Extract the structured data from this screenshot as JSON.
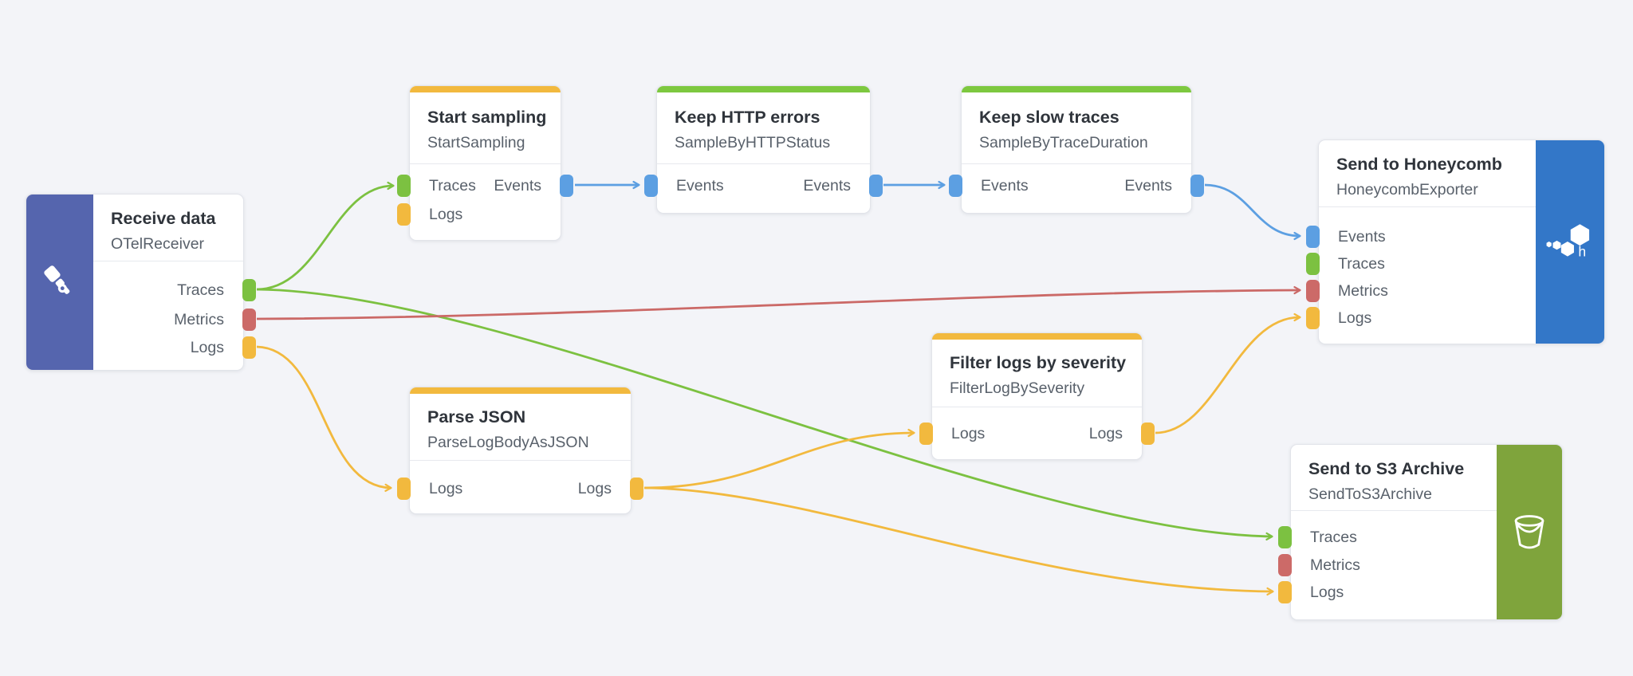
{
  "app": {
    "view": "telemetry-pipeline-canvas"
  },
  "colors": {
    "background": "#f3f4f8",
    "traces": "#7cc141",
    "metrics": "#cc6a68",
    "logs": "#f2b93e",
    "events": "#5c9fe2",
    "receiver_panel": "#5565ae",
    "honeycomb_panel": "#3377c8",
    "s3_panel": "#7fa43c",
    "accent_amber": "#f2b93e",
    "accent_green": "#7dc83f"
  },
  "nodes": [
    {
      "title": "Receive data",
      "subtitle": "OTelReceiver",
      "icon": "telescope-icon",
      "inputs": [],
      "outputs": [
        {
          "label": "Traces",
          "color": "green"
        },
        {
          "label": "Metrics",
          "color": "red"
        },
        {
          "label": "Logs",
          "color": "yellow"
        }
      ]
    },
    {
      "title": "Start sampling",
      "subtitle": "StartSampling",
      "accent": "amber",
      "inputs": [
        {
          "label": "Traces",
          "color": "green"
        },
        {
          "label": "Logs",
          "color": "yellow"
        }
      ],
      "outputs": [
        {
          "label": "Events",
          "color": "blue"
        }
      ]
    },
    {
      "title": "Keep HTTP errors",
      "subtitle": "SampleByHTTPStatus",
      "accent": "green",
      "inputs": [
        {
          "label": "Events",
          "color": "blue"
        }
      ],
      "outputs": [
        {
          "label": "Events",
          "color": "blue"
        }
      ]
    },
    {
      "title": "Keep slow traces",
      "subtitle": "SampleByTraceDuration",
      "accent": "green",
      "inputs": [
        {
          "label": "Events",
          "color": "blue"
        }
      ],
      "outputs": [
        {
          "label": "Events",
          "color": "blue"
        }
      ]
    },
    {
      "title": "Send to Honeycomb",
      "subtitle": "HoneycombExporter",
      "icon": "honeycomb-icon",
      "inputs": [
        {
          "label": "Events",
          "color": "blue"
        },
        {
          "label": "Traces",
          "color": "green"
        },
        {
          "label": "Metrics",
          "color": "red"
        },
        {
          "label": "Logs",
          "color": "yellow"
        }
      ],
      "outputs": []
    },
    {
      "title": "Parse JSON",
      "subtitle": "ParseLogBodyAsJSON",
      "accent": "amber",
      "inputs": [
        {
          "label": "Logs",
          "color": "yellow"
        }
      ],
      "outputs": [
        {
          "label": "Logs",
          "color": "yellow"
        }
      ]
    },
    {
      "title": "Filter logs by severity",
      "subtitle": "FilterLogBySeverity",
      "accent": "amber",
      "inputs": [
        {
          "label": "Logs",
          "color": "yellow"
        }
      ],
      "outputs": [
        {
          "label": "Logs",
          "color": "yellow"
        }
      ]
    },
    {
      "title": "Send to S3 Archive",
      "subtitle": "SendToS3Archive",
      "icon": "bucket-icon",
      "inputs": [
        {
          "label": "Traces",
          "color": "green"
        },
        {
          "label": "Metrics",
          "color": "red"
        },
        {
          "label": "Logs",
          "color": "yellow"
        }
      ],
      "outputs": []
    }
  ],
  "edges": [
    {
      "from": "Receive data.Traces",
      "to": "Start sampling.Traces",
      "color": "green"
    },
    {
      "from": "Receive data.Traces",
      "to": "Send to S3 Archive.Traces",
      "color": "green"
    },
    {
      "from": "Receive data.Metrics",
      "to": "Send to Honeycomb.Metrics",
      "color": "red"
    },
    {
      "from": "Receive data.Logs",
      "to": "Parse JSON.Logs",
      "color": "yellow"
    },
    {
      "from": "Start sampling.Events",
      "to": "Keep HTTP errors.Events",
      "color": "blue"
    },
    {
      "from": "Keep HTTP errors.Events",
      "to": "Keep slow traces.Events",
      "color": "blue"
    },
    {
      "from": "Keep slow traces.Events",
      "to": "Send to Honeycomb.Events",
      "color": "blue"
    },
    {
      "from": "Parse JSON.Logs",
      "to": "Filter logs by severity.Logs",
      "color": "yellow"
    },
    {
      "from": "Parse JSON.Logs",
      "to": "Send to S3 Archive.Logs",
      "color": "yellow"
    },
    {
      "from": "Filter logs by severity.Logs",
      "to": "Send to Honeycomb.Logs",
      "color": "yellow"
    }
  ]
}
